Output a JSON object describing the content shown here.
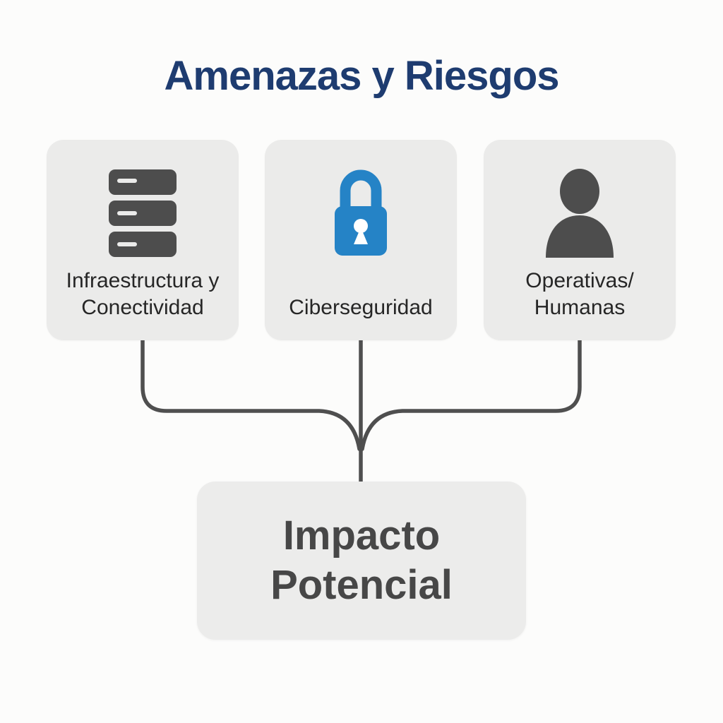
{
  "title": "Amenazas y Riesgos",
  "colors": {
    "background": "#fcfcfb",
    "title_text": "#1e3c70",
    "card_background": "#ebebea",
    "icon_dark": "#4d4d4d",
    "icon_blue": "#2583c6",
    "connector": "#4f4f4f",
    "impact_text": "#474747"
  },
  "cards": [
    {
      "icon": "server-icon",
      "label": "Infraestructura y Conectividad"
    },
    {
      "icon": "lock-icon",
      "label": "Ciberseguridad"
    },
    {
      "icon": "person-icon",
      "label": "Operativas/ Humanas"
    }
  ],
  "impact": {
    "label": "Impacto Potencial"
  }
}
